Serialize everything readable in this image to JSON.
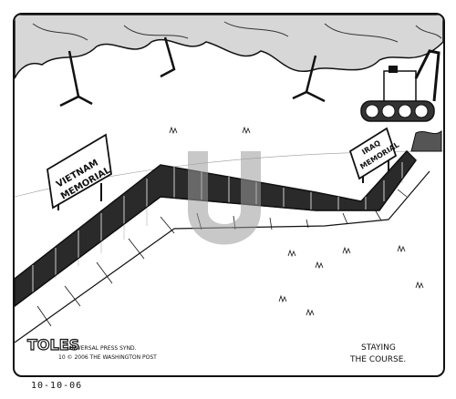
{
  "cartoon": {
    "vietnam_sign": {
      "line1": "VIETNAM",
      "line2": "MEMORIAL"
    },
    "iraq_sign": {
      "line1": "IRAQ",
      "line2": "MEMORIAL"
    },
    "caption": {
      "line1": "STAYING",
      "line2": "THE COURSE."
    },
    "signature": "TOLES",
    "copyright": {
      "line1": "UNIVERSAL PRESS SYND.",
      "line2": "10 © 2006 THE WASHINGTON POST"
    },
    "date": "10-10-06"
  },
  "watermark": {
    "letter": "U",
    "color": "#9a9a9a"
  }
}
